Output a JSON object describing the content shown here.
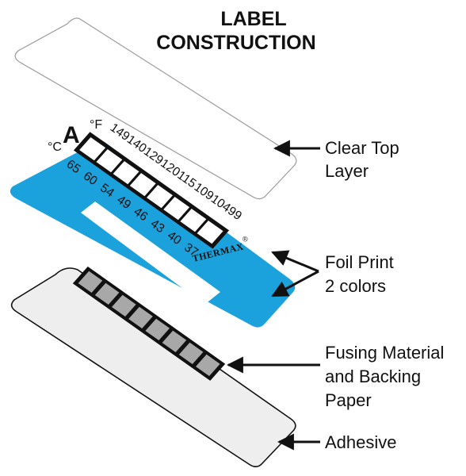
{
  "title": {
    "line1": "LABEL",
    "line2": "CONSTRUCTION"
  },
  "callouts": {
    "clear_top": [
      "Clear Top",
      "Layer"
    ],
    "foil_print": [
      "Foil Print",
      "2 colors"
    ],
    "fusing": [
      "Fusing Material",
      "and Backing",
      "Paper"
    ],
    "adhesive": [
      "Adhesive"
    ]
  },
  "label": {
    "range_letter": "A",
    "celsius_unit": "°C",
    "fahrenheit_unit": "°F",
    "celsius_values": [
      "65",
      "60",
      "54",
      "49",
      "46",
      "43",
      "40",
      "37"
    ],
    "fahrenheit_values": [
      "149",
      "140",
      "129",
      "120",
      "115",
      "109",
      "104",
      "99"
    ],
    "brand": "THERMAX",
    "registered_mark": "®"
  },
  "colors": {
    "foil_blue": "#1ba1dc",
    "clear_layer_stroke": "#9a9a9a",
    "backing_gray": "#eeeeee",
    "fusing_squares": "#a8a8a8",
    "ink": "#111111"
  }
}
